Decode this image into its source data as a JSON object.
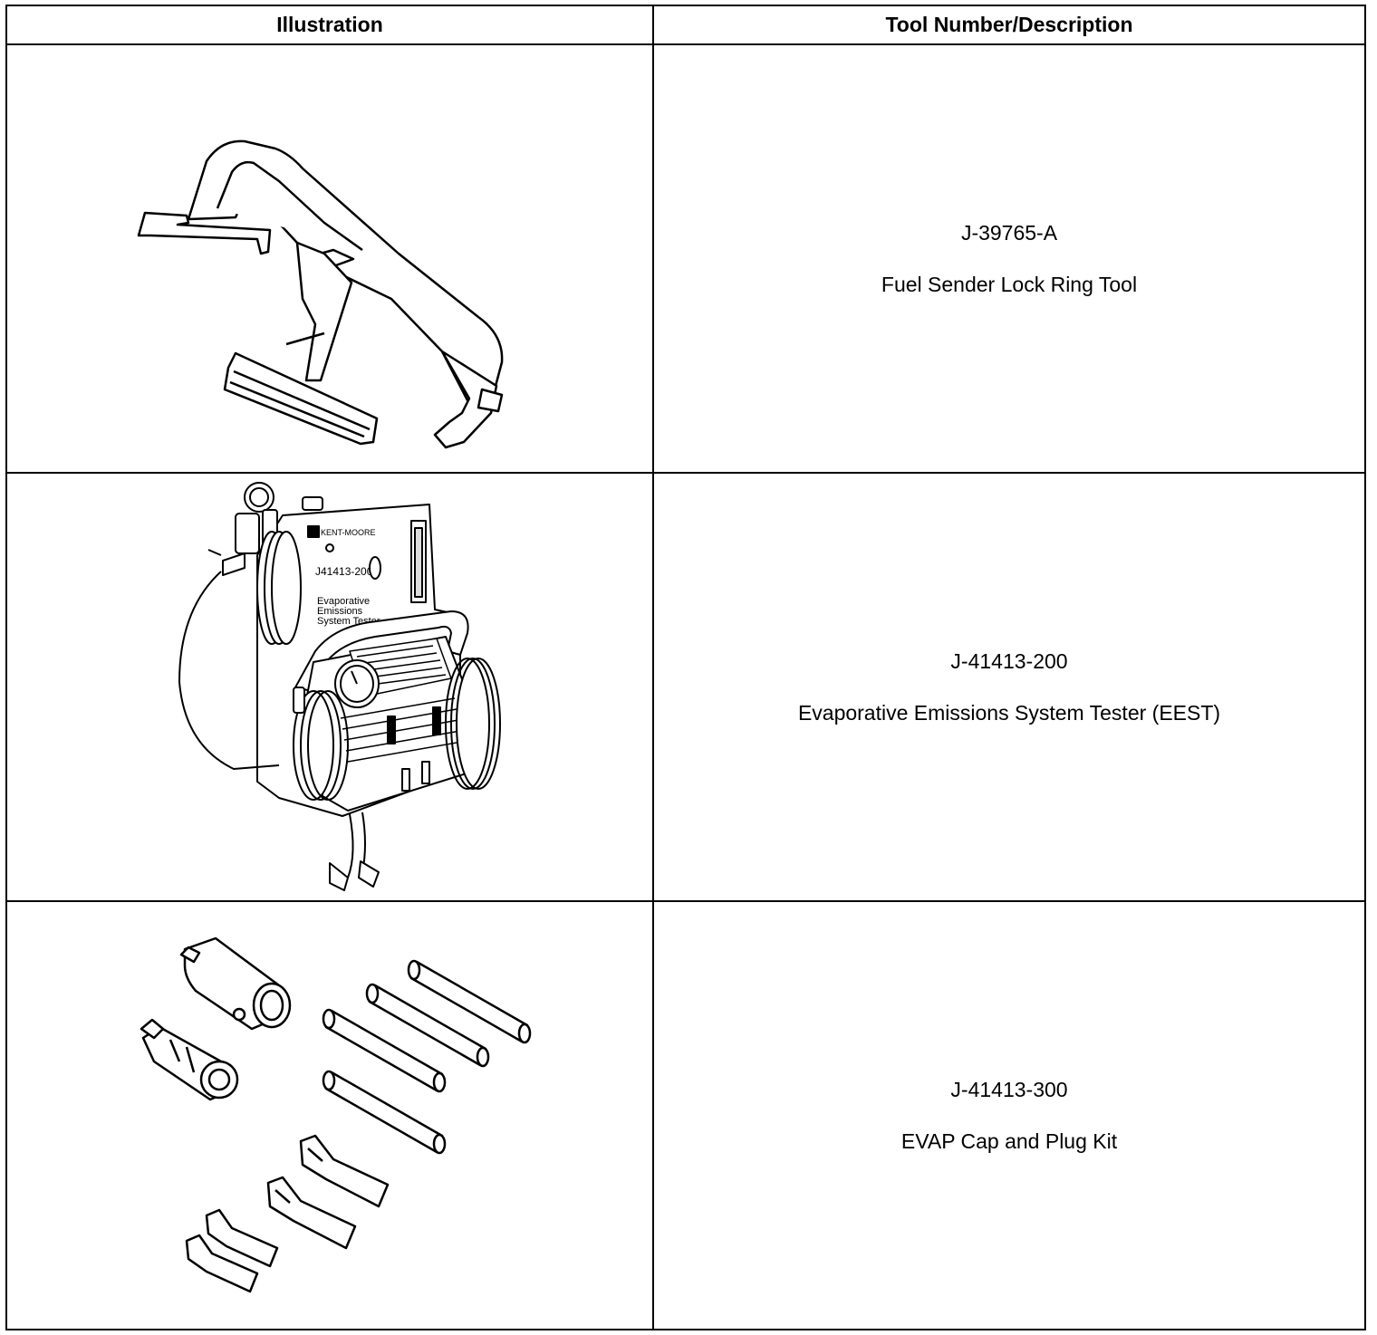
{
  "table": {
    "headers": {
      "illustration": "Illustration",
      "tool": "Tool Number/Description"
    },
    "rows": [
      {
        "tool_number": "J-39765-A",
        "description": "Fuel Sender Lock Ring Tool",
        "illustration_icon": "lock-ring-tool-icon"
      },
      {
        "tool_number": "J-41413-200",
        "description": "Evaporative Emissions System Tester (EEST)",
        "illustration_icon": "evap-tester-icon",
        "device_labels": {
          "brand": "KENT-MOORE",
          "model": "J41413-200",
          "line1": "Evaporative",
          "line2": "Emissions",
          "line3": "System Tester"
        }
      },
      {
        "tool_number": "J-41413-300",
        "description": "EVAP Cap and Plug Kit",
        "illustration_icon": "cap-plug-kit-icon"
      }
    ]
  }
}
